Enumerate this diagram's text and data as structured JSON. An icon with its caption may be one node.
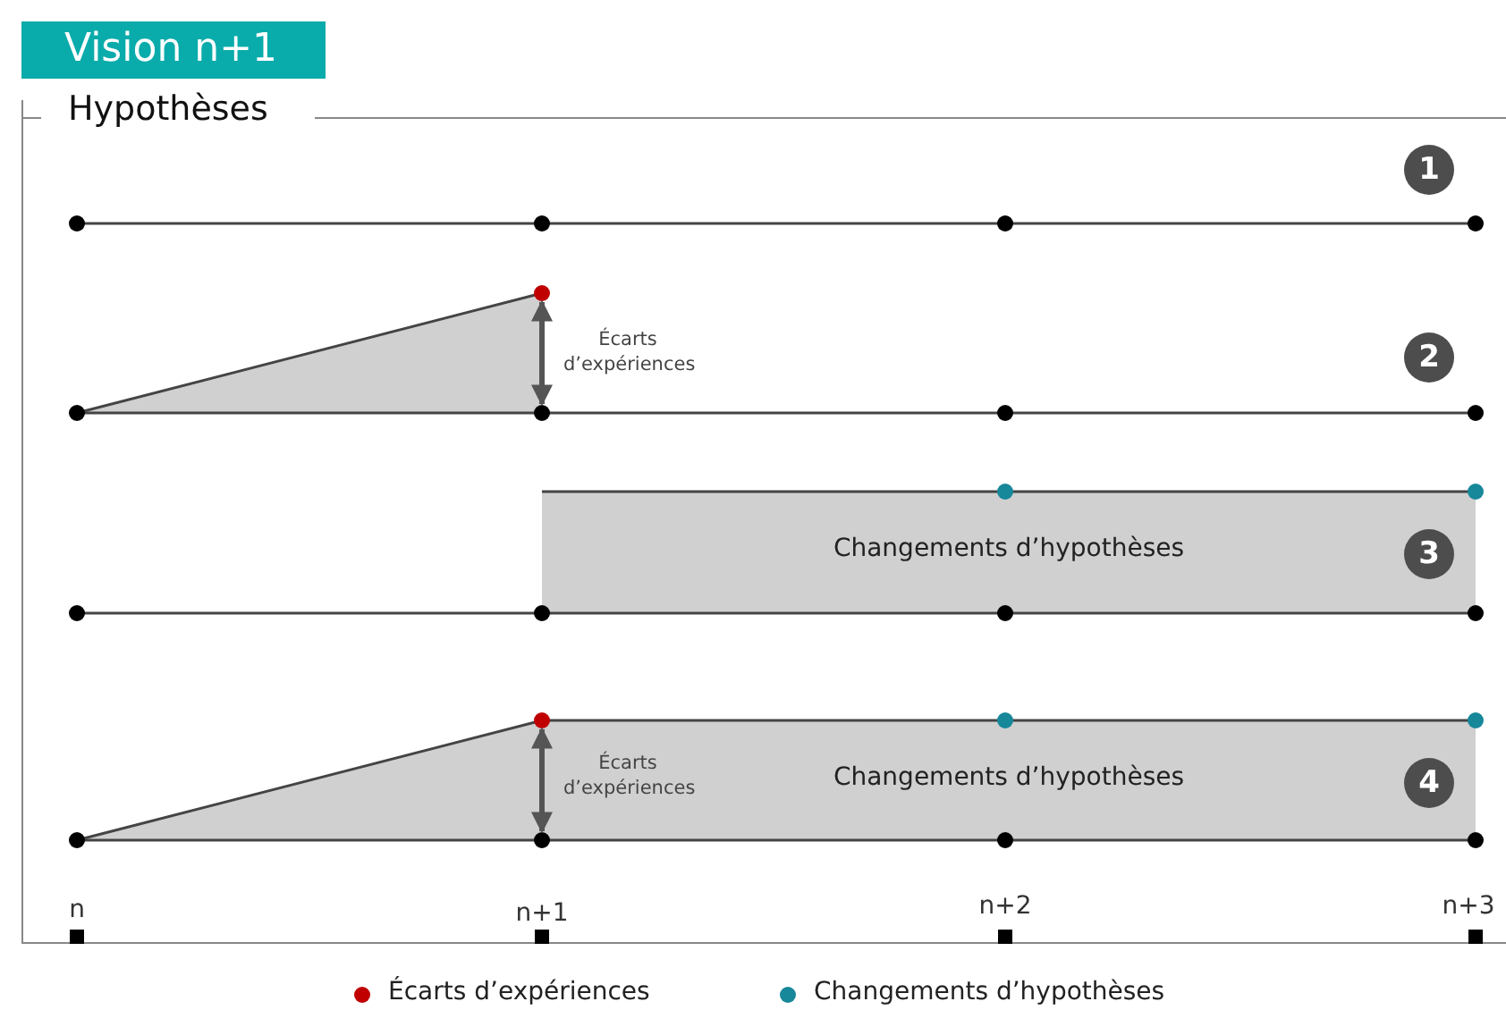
{
  "diagram": {
    "title": "Vision n+1",
    "nodes": [
      {
        "text": [
          "Hypothèses"
        ]
      },
      {
        "text": [
          "1"
        ],
        "in": 0
      },
      {
        "text": [
          "2"
        ],
        "in": 0
      },
      {
        "text": [
          "Changements d’hypothèses"
        ],
        "in": 0
      },
      {
        "text": [
          "3"
        ],
        "in": 3
      },
      {
        "text": [
          "Changements d’hypothèses"
        ],
        "in": 0
      },
      {
        "text": [
          "4"
        ],
        "in": 5
      }
    ],
    "edges": [],
    "labels": [
      "Écarts d’expériences",
      "Écarts d’expériences",
      "n",
      "n+1",
      "n+2",
      "n+3"
    ],
    "legend": [
      {
        "text": "Écarts d’expériences",
        "color": "#c00000"
      },
      {
        "text": "Changements d’hypothèses",
        "color": "#17889a"
      }
    ]
  }
}
